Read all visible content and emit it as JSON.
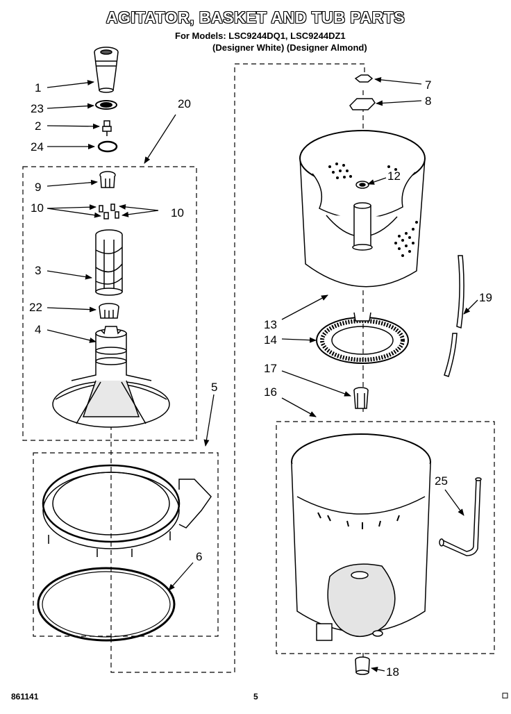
{
  "header": {
    "title": "AGITATOR, BASKET AND TUB PARTS",
    "models_line": "For Models: LSC9244DQ1, LSC9244DZ1",
    "variants_line": "(Designer White) (Designer Almond)"
  },
  "footer": {
    "left_code": "861141",
    "page_number": "5"
  },
  "callouts": {
    "c1": "1",
    "c23": "23",
    "c2": "2",
    "c24": "24",
    "c20": "20",
    "c9": "9",
    "c10a": "10",
    "c10b": "10",
    "c3": "3",
    "c22": "22",
    "c4": "4",
    "c5": "5",
    "c6": "6",
    "c7": "7",
    "c8": "8",
    "c12": "12",
    "c13": "13",
    "c14": "14",
    "c17": "17",
    "c16": "16",
    "c19": "19",
    "c25": "25",
    "c18": "18"
  }
}
